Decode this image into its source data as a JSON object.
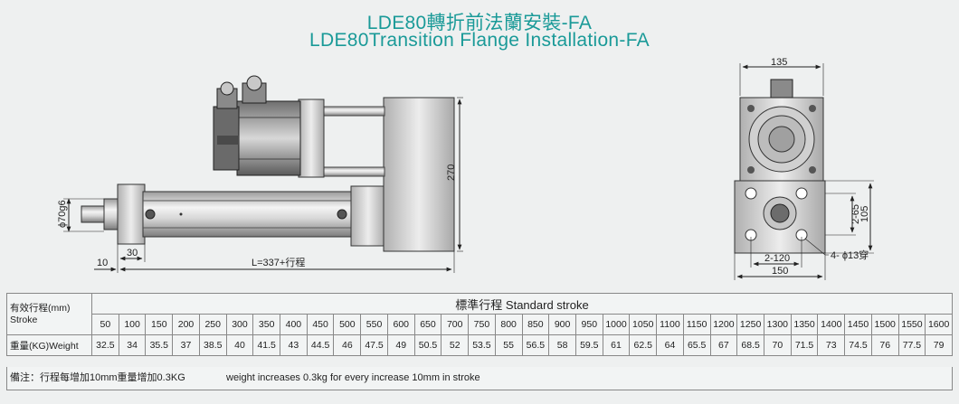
{
  "title": {
    "zh": "LDE80轉折前法蘭安裝-FA",
    "en": "LDE80Transition  Flange Installation-FA"
  },
  "drawing": {
    "dims": {
      "shaft_dia": "ϕ70g6",
      "height": "270",
      "left_offset": "10",
      "flange_thick": "30",
      "length": "L=337+行程",
      "top_width": "135",
      "side_inner": "2-65",
      "side_outer": "105",
      "bottom_inner": "2-120",
      "bottom_outer": "150",
      "holes": "4- ϕ13穿"
    }
  },
  "table": {
    "stroke_label_zh": "有效行程(mm)",
    "stroke_label_en": "Stroke",
    "header": "標準行程   Standard stroke",
    "weight_label": "重量(KG)Weight",
    "strokes": [
      "50",
      "100",
      "150",
      "200",
      "250",
      "300",
      "350",
      "400",
      "450",
      "500",
      "550",
      "600",
      "650",
      "700",
      "750",
      "800",
      "850",
      "900",
      "950",
      "1000",
      "1050",
      "1100",
      "1150",
      "1200",
      "1250",
      "1300",
      "1350",
      "1400",
      "1450",
      "1500",
      "1550",
      "1600"
    ],
    "weights": [
      "32.5",
      "34",
      "35.5",
      "37",
      "38.5",
      "40",
      "41.5",
      "43",
      "44.5",
      "46",
      "47.5",
      "49",
      "50.5",
      "52",
      "53.5",
      "55",
      "56.5",
      "58",
      "59.5",
      "61",
      "62.5",
      "64",
      "65.5",
      "67",
      "68.5",
      "70",
      "71.5",
      "73",
      "74.5",
      "76",
      "77.5",
      "79"
    ]
  },
  "note": {
    "zh": "備注：行程每增加10mm重量增加0.3KG",
    "en": "weight increases 0.3kg for every increase 10mm in stroke"
  }
}
